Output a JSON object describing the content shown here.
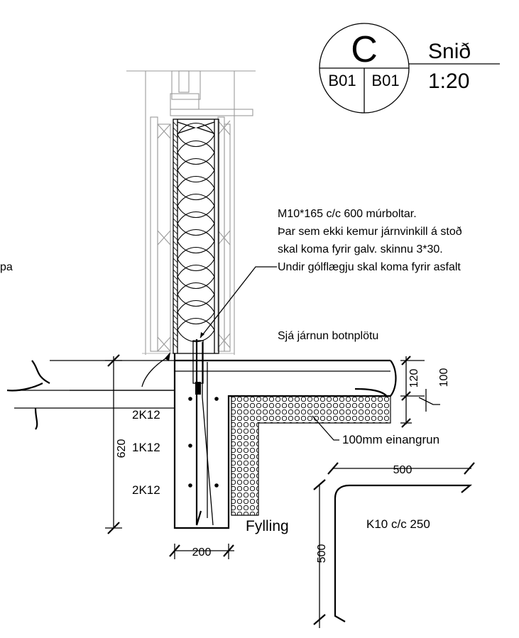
{
  "section_marker": {
    "letter": "C",
    "sheet_left": "B01",
    "sheet_right": "B01",
    "title": "Snið",
    "scale": "1:20"
  },
  "notes": {
    "bolts": [
      "M10*165 c/c 600 múrboltar.",
      "Þar sem ekki kemur járnvinkill á stoð",
      "skal koma fyrir galv. skinnu 3*30.",
      "Undir gólflægju skal koma fyrir asfalt"
    ],
    "left_fragment": "pa",
    "slab_rebar": "Sjá járnun botnplötu"
  },
  "rebar_labels": [
    "2K12",
    "1K12",
    "2K12"
  ],
  "dimensions": {
    "footing_height": "620",
    "slab_thickness": "120",
    "step": "100",
    "footing_width": "200",
    "bar_leg_horizontal": "500",
    "bar_leg_vertical": "500"
  },
  "materials": {
    "insulation": "100mm einangrun",
    "fill": "Fylling"
  },
  "bar_spec": "K10 c/c 250"
}
